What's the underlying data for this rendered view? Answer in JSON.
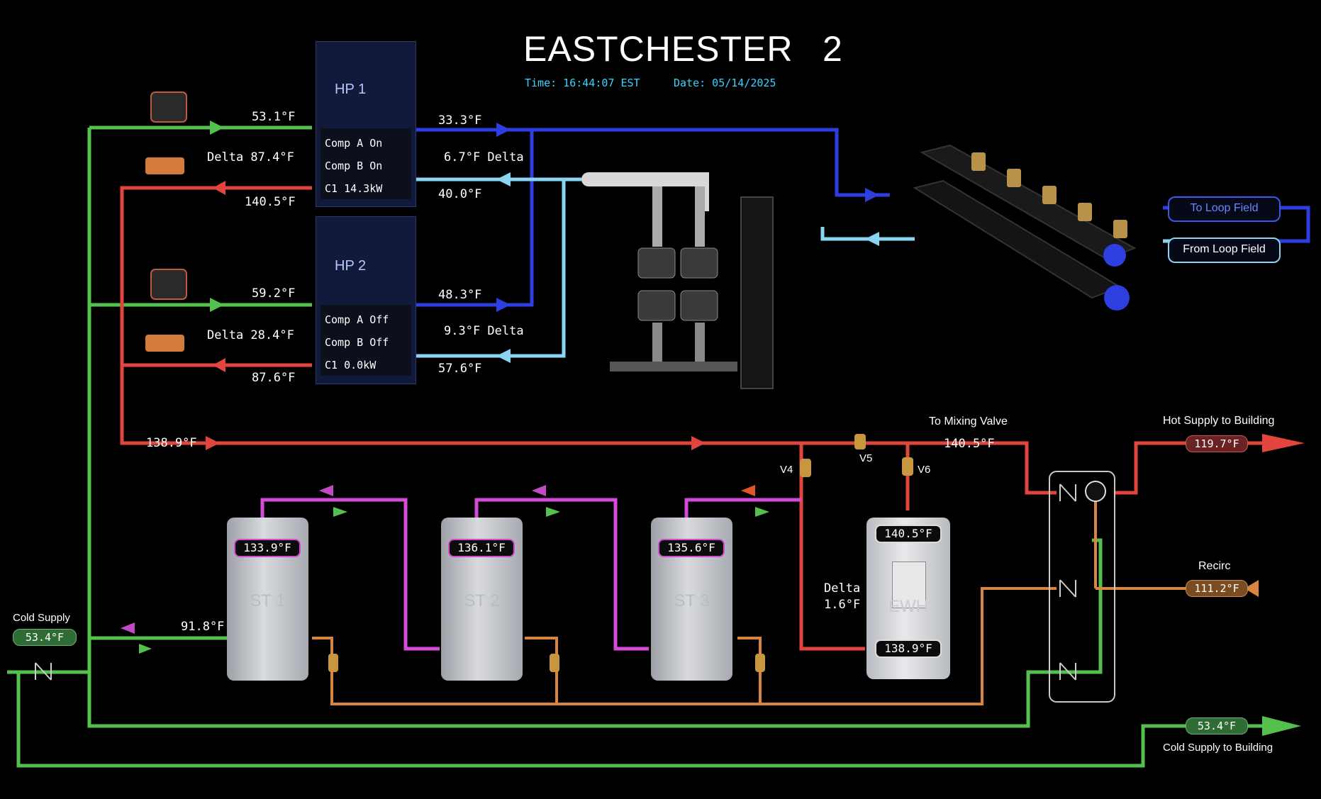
{
  "header": {
    "title": "EASTCHESTER",
    "screen_number": "2",
    "time": "Time: 16:44:07 EST",
    "date": "Date: 05/14/2025"
  },
  "hp1": {
    "name": "HP 1",
    "comp_a": "Comp A  On",
    "comp_b": "Comp B  On",
    "c1": "C1  14.3kW",
    "source_in_temp": "53.1°F",
    "delta": "Delta  87.4°F",
    "hot_out_temp": "140.5°F",
    "loop_out_temp": "33.3°F",
    "loop_delta": "6.7°F Delta",
    "loop_return_temp": "40.0°F"
  },
  "hp2": {
    "name": "HP 2",
    "comp_a": "Comp A Off",
    "comp_b": "Comp B Off",
    "c1": "C1   0.0kW",
    "source_in_temp": "59.2°F",
    "delta": "Delta  28.4°F",
    "hot_out_temp": "87.6°F",
    "loop_out_temp": "48.3°F",
    "loop_delta": "9.3°F Delta",
    "loop_return_temp": "57.6°F"
  },
  "loop_field": {
    "to_label": "To Loop Field",
    "from_label": "From Loop Field"
  },
  "main_line": {
    "return_temp": "138.9°F",
    "to_mixing_valve_label": "To Mixing Valve",
    "to_mixing_valve_temp": "140.5°F"
  },
  "valves": {
    "v4": "V4",
    "v5": "V5",
    "v6": "V6"
  },
  "tanks": [
    {
      "name": "ST 1",
      "temp": "133.9°F"
    },
    {
      "name": "ST 2",
      "temp": "136.1°F"
    },
    {
      "name": "ST 3",
      "temp": "135.6°F"
    }
  ],
  "ewh": {
    "name": "EWH",
    "top_temp": "140.5°F",
    "bottom_temp": "138.9°F",
    "delta_label": "Delta",
    "delta_value": "1.6°F"
  },
  "storage_inlet_temp": "91.8°F",
  "cold_supply": {
    "label": "Cold Supply",
    "temp": "53.4°F"
  },
  "hot_supply": {
    "label": "Hot Supply to Building",
    "temp": "119.7°F"
  },
  "recirc": {
    "label": "Recirc",
    "temp": "111.2°F"
  },
  "cold_supply_building": {
    "label": "Cold Supply to Building",
    "temp": "53.4°F"
  },
  "colors": {
    "cold": "#54c04e",
    "hot": "#e2453e",
    "loop_supply": "#2d3fe0",
    "loop_return": "#8ad4f2",
    "storage": "#d54ad8",
    "recirc": "#d9853f"
  }
}
